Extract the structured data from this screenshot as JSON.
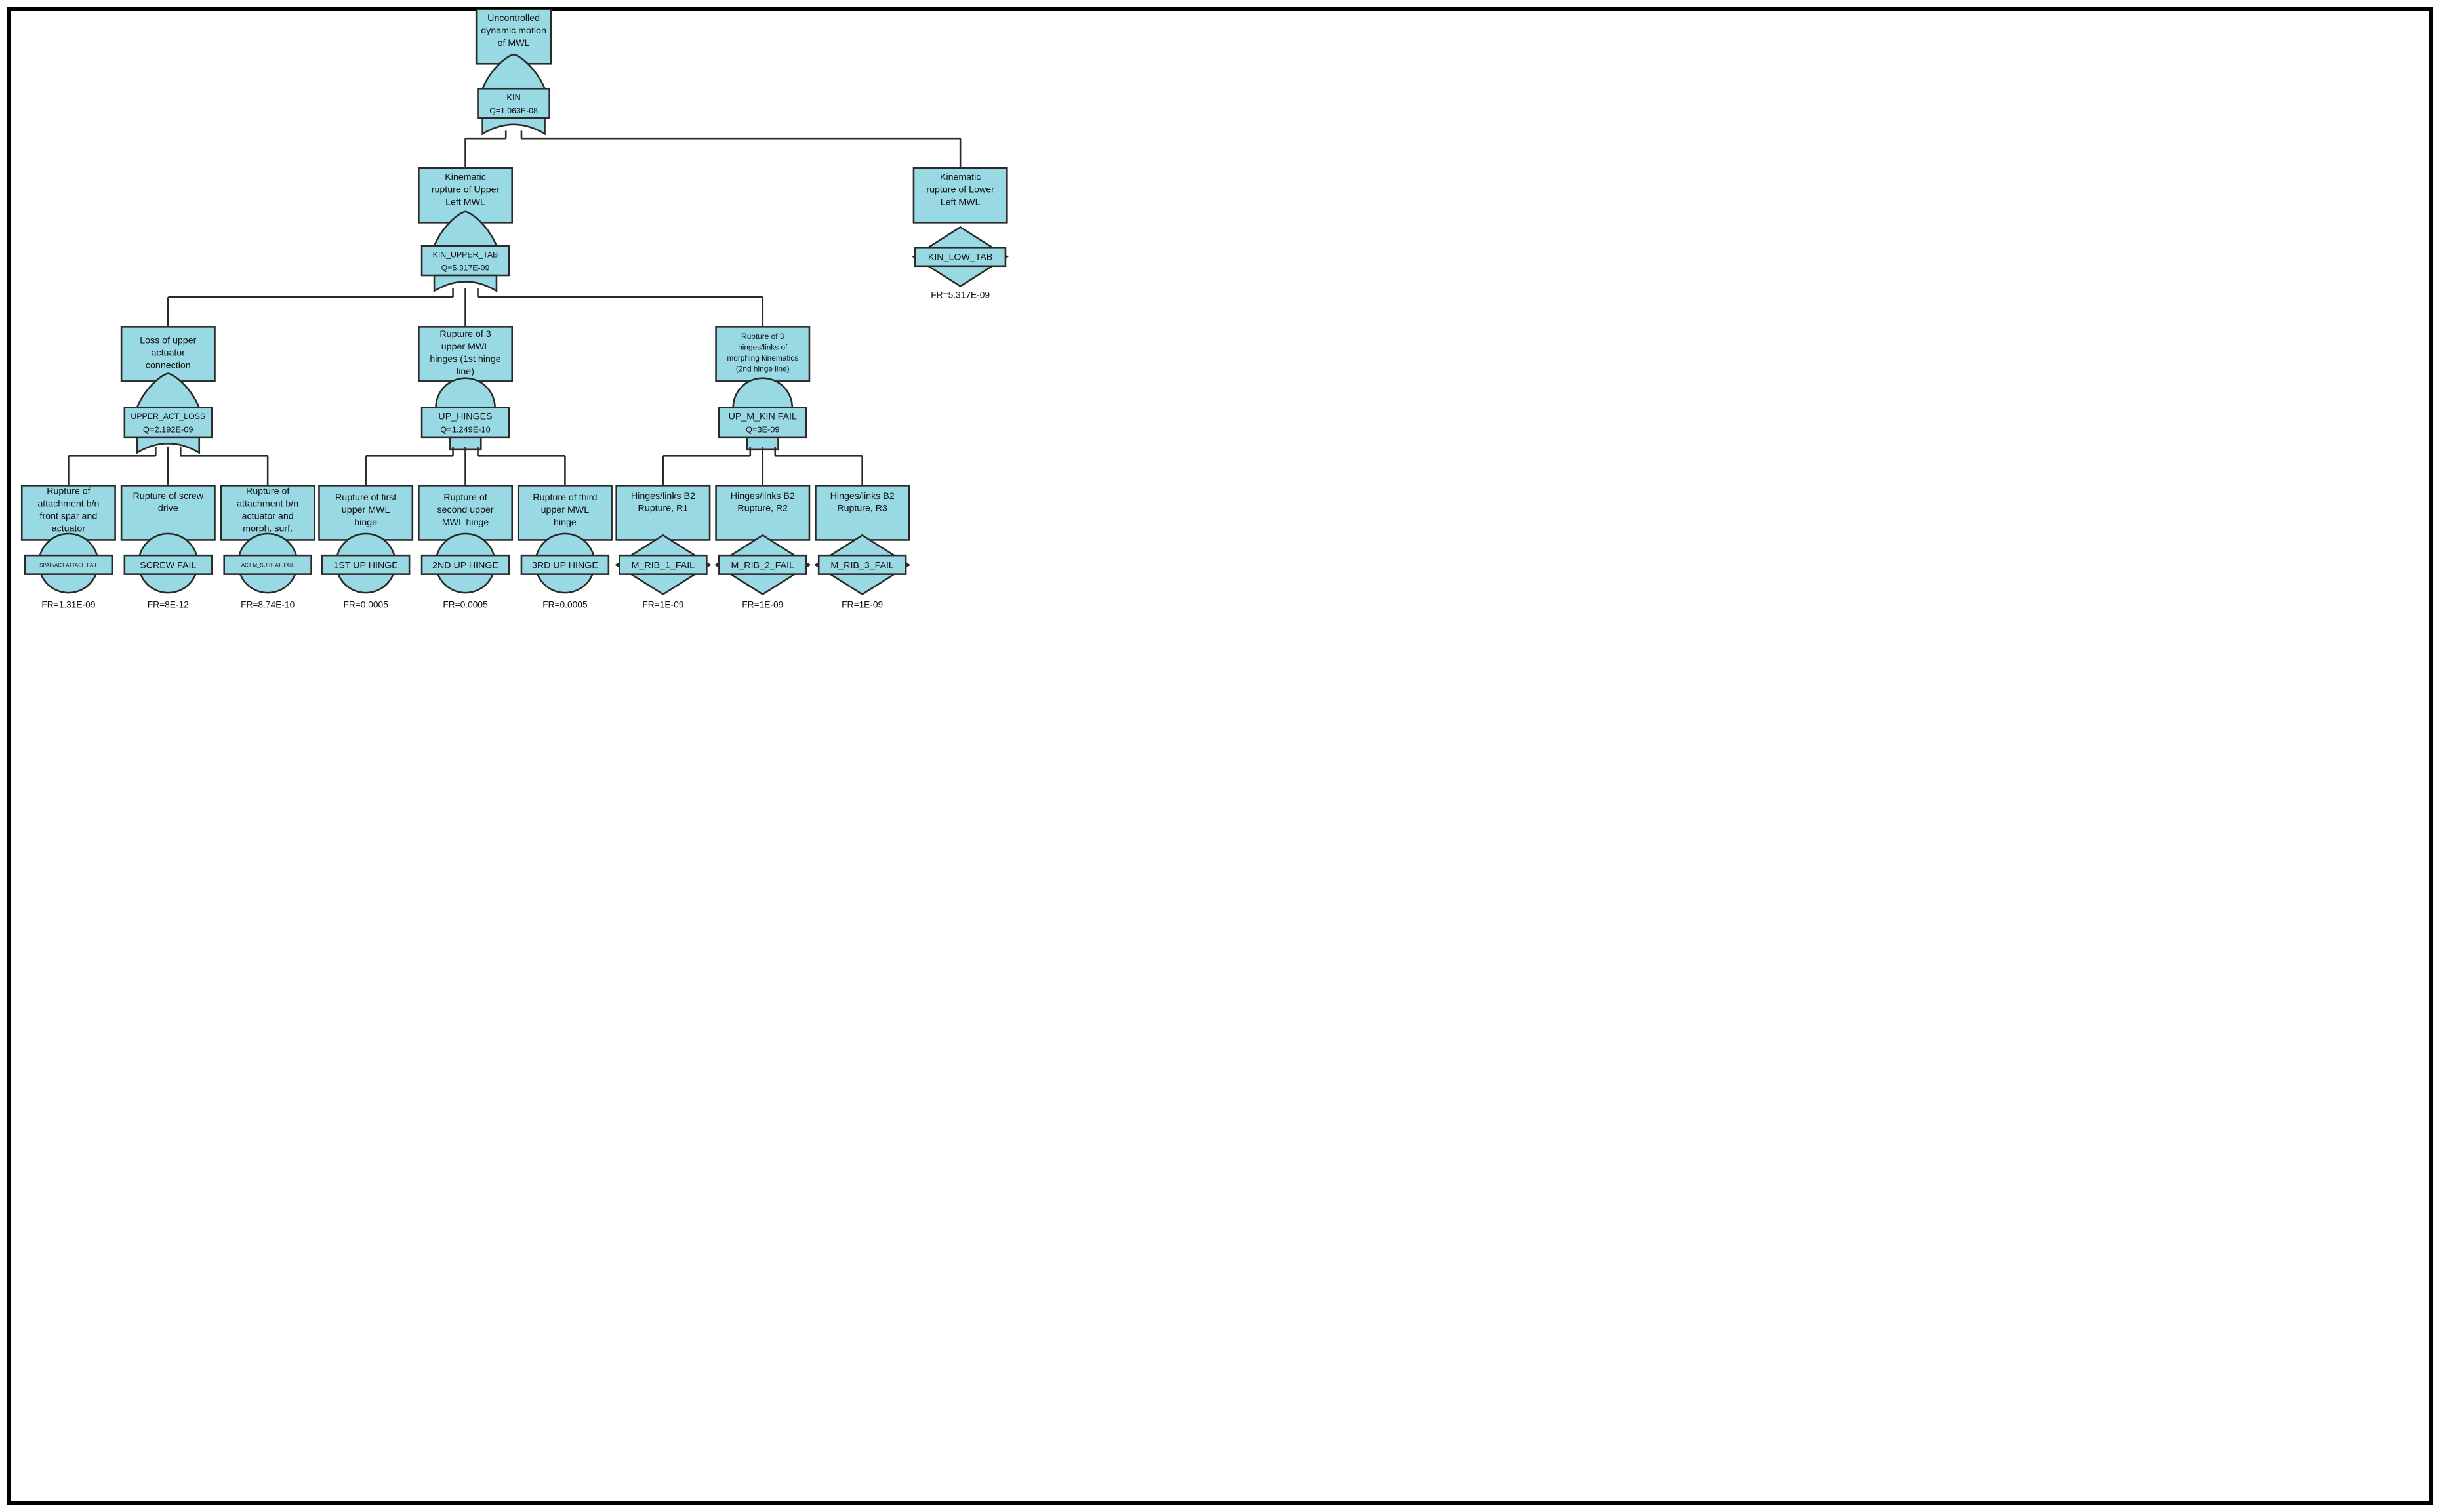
{
  "colors": {
    "node_fill": "#99D9E4",
    "stroke": "#2a2a2a",
    "frame": "#000000",
    "background": "#ffffff"
  },
  "top": {
    "label": [
      "Uncontrolled",
      "dynamic motion",
      "of MWL"
    ],
    "gate": {
      "kind": "or",
      "name": "KIN",
      "q": "Q=1.063E-08"
    }
  },
  "level1": [
    {
      "key": "upper",
      "label": [
        "Kinematic",
        "rupture of Upper",
        "Left MWL"
      ],
      "gate": {
        "kind": "or",
        "name": "KIN_UPPER_TAB",
        "q": "Q=5.317E-09"
      }
    },
    {
      "key": "lower",
      "label": [
        "Kinematic",
        "rupture of Lower",
        "Left MWL"
      ],
      "undeveloped": {
        "name": "KIN_LOW_TAB",
        "fr": "FR=5.317E-09"
      }
    }
  ],
  "level2": [
    {
      "key": "act",
      "label": [
        "Loss of upper",
        "actuator",
        "connection"
      ],
      "gate": {
        "kind": "or",
        "name": "UPPER_ACT_LOSS",
        "q": "Q=2.192E-09"
      }
    },
    {
      "key": "hinges",
      "label": [
        "Rupture of 3",
        "upper MWL",
        "hinges (1st hinge",
        "line)"
      ],
      "gate": {
        "kind": "and",
        "name": "UP_HINGES",
        "q": "Q=1.249E-10"
      }
    },
    {
      "key": "kin",
      "label": [
        "Rupture of 3",
        "hinges/links of",
        "morphing kinematics",
        "(2nd hinge line)"
      ],
      "gate": {
        "kind": "and",
        "name": "UP_M_KIN FAIL",
        "q": "Q=3E-09"
      }
    }
  ],
  "leaves": [
    {
      "label": [
        "Rupture of",
        "attachment b/n",
        "front spar and",
        "actuator"
      ],
      "event": "SPAR/ACT ATTACH FAIL",
      "shape": "circle",
      "fr": "FR=1.31E-09"
    },
    {
      "label": [
        "Rupture of screw",
        "drive"
      ],
      "event": "SCREW FAIL",
      "shape": "circle",
      "fr": "FR=8E-12"
    },
    {
      "label": [
        "Rupture of",
        "attachment b/n",
        "actuator and",
        "morph. surf."
      ],
      "event": "ACT M_SURF AT. FAIL",
      "shape": "circle",
      "fr": "FR=8.74E-10"
    },
    {
      "label": [
        "Rupture of first",
        "upper MWL",
        "hinge"
      ],
      "event": "1ST UP HINGE",
      "shape": "circle",
      "fr": "FR=0.0005"
    },
    {
      "label": [
        "Rupture of",
        "second upper",
        "MWL hinge"
      ],
      "event": "2ND UP HINGE",
      "shape": "circle",
      "fr": "FR=0.0005"
    },
    {
      "label": [
        "Rupture of third",
        "upper MWL",
        "hinge"
      ],
      "event": "3RD UP HINGE",
      "shape": "circle",
      "fr": "FR=0.0005"
    },
    {
      "label": [
        "Hinges/links B2",
        "Rupture, R1"
      ],
      "event": "M_RIB_1_FAIL",
      "shape": "diamond",
      "fr": "FR=1E-09"
    },
    {
      "label": [
        "Hinges/links B2",
        "Rupture, R2"
      ],
      "event": "M_RIB_2_FAIL",
      "shape": "diamond",
      "fr": "FR=1E-09"
    },
    {
      "label": [
        "Hinges/links B2",
        "Rupture, R3"
      ],
      "event": "M_RIB_3_FAIL",
      "shape": "diamond",
      "fr": "FR=1E-09"
    }
  ]
}
